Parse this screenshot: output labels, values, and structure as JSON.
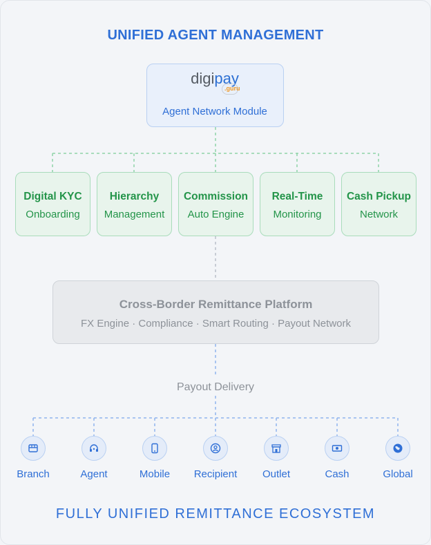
{
  "title": "UNIFIED AGENT MANAGEMENT",
  "logo": {
    "part1": "digi",
    "part2": "pay",
    "sub": ".guru"
  },
  "module": "Agent Network Module",
  "features": [
    {
      "line1": "Digital KYC",
      "line2": "Onboarding"
    },
    {
      "line1": "Hierarchy",
      "line2": "Management"
    },
    {
      "line1": "Commission",
      "line2": "Auto Engine"
    },
    {
      "line1": "Real-Time",
      "line2": "Monitoring"
    },
    {
      "line1": "Cash Pickup",
      "line2": "Network"
    }
  ],
  "platform": {
    "title": "Cross-Border Remittance Platform",
    "subtitle": "FX Engine · Compliance · Smart Routing · Payout Network"
  },
  "payout_label": "Payout Delivery",
  "channels": [
    {
      "label": "Branch",
      "icon": "store-icon"
    },
    {
      "label": "Agent",
      "icon": "headset-icon"
    },
    {
      "label": "Mobile",
      "icon": "mobile-icon"
    },
    {
      "label": "Recipient",
      "icon": "user-icon"
    },
    {
      "label": "Outlet",
      "icon": "shop-icon"
    },
    {
      "label": "Cash",
      "icon": "cash-icon"
    },
    {
      "label": "Global",
      "icon": "globe-icon"
    }
  ],
  "footer": "FULLY UNIFIED REMITTANCE ECOSYSTEM",
  "colors": {
    "blue": "#2f6fd6",
    "green": "#239449",
    "line_blue": "#8fb4ee",
    "line_green": "#8fd3a7"
  }
}
